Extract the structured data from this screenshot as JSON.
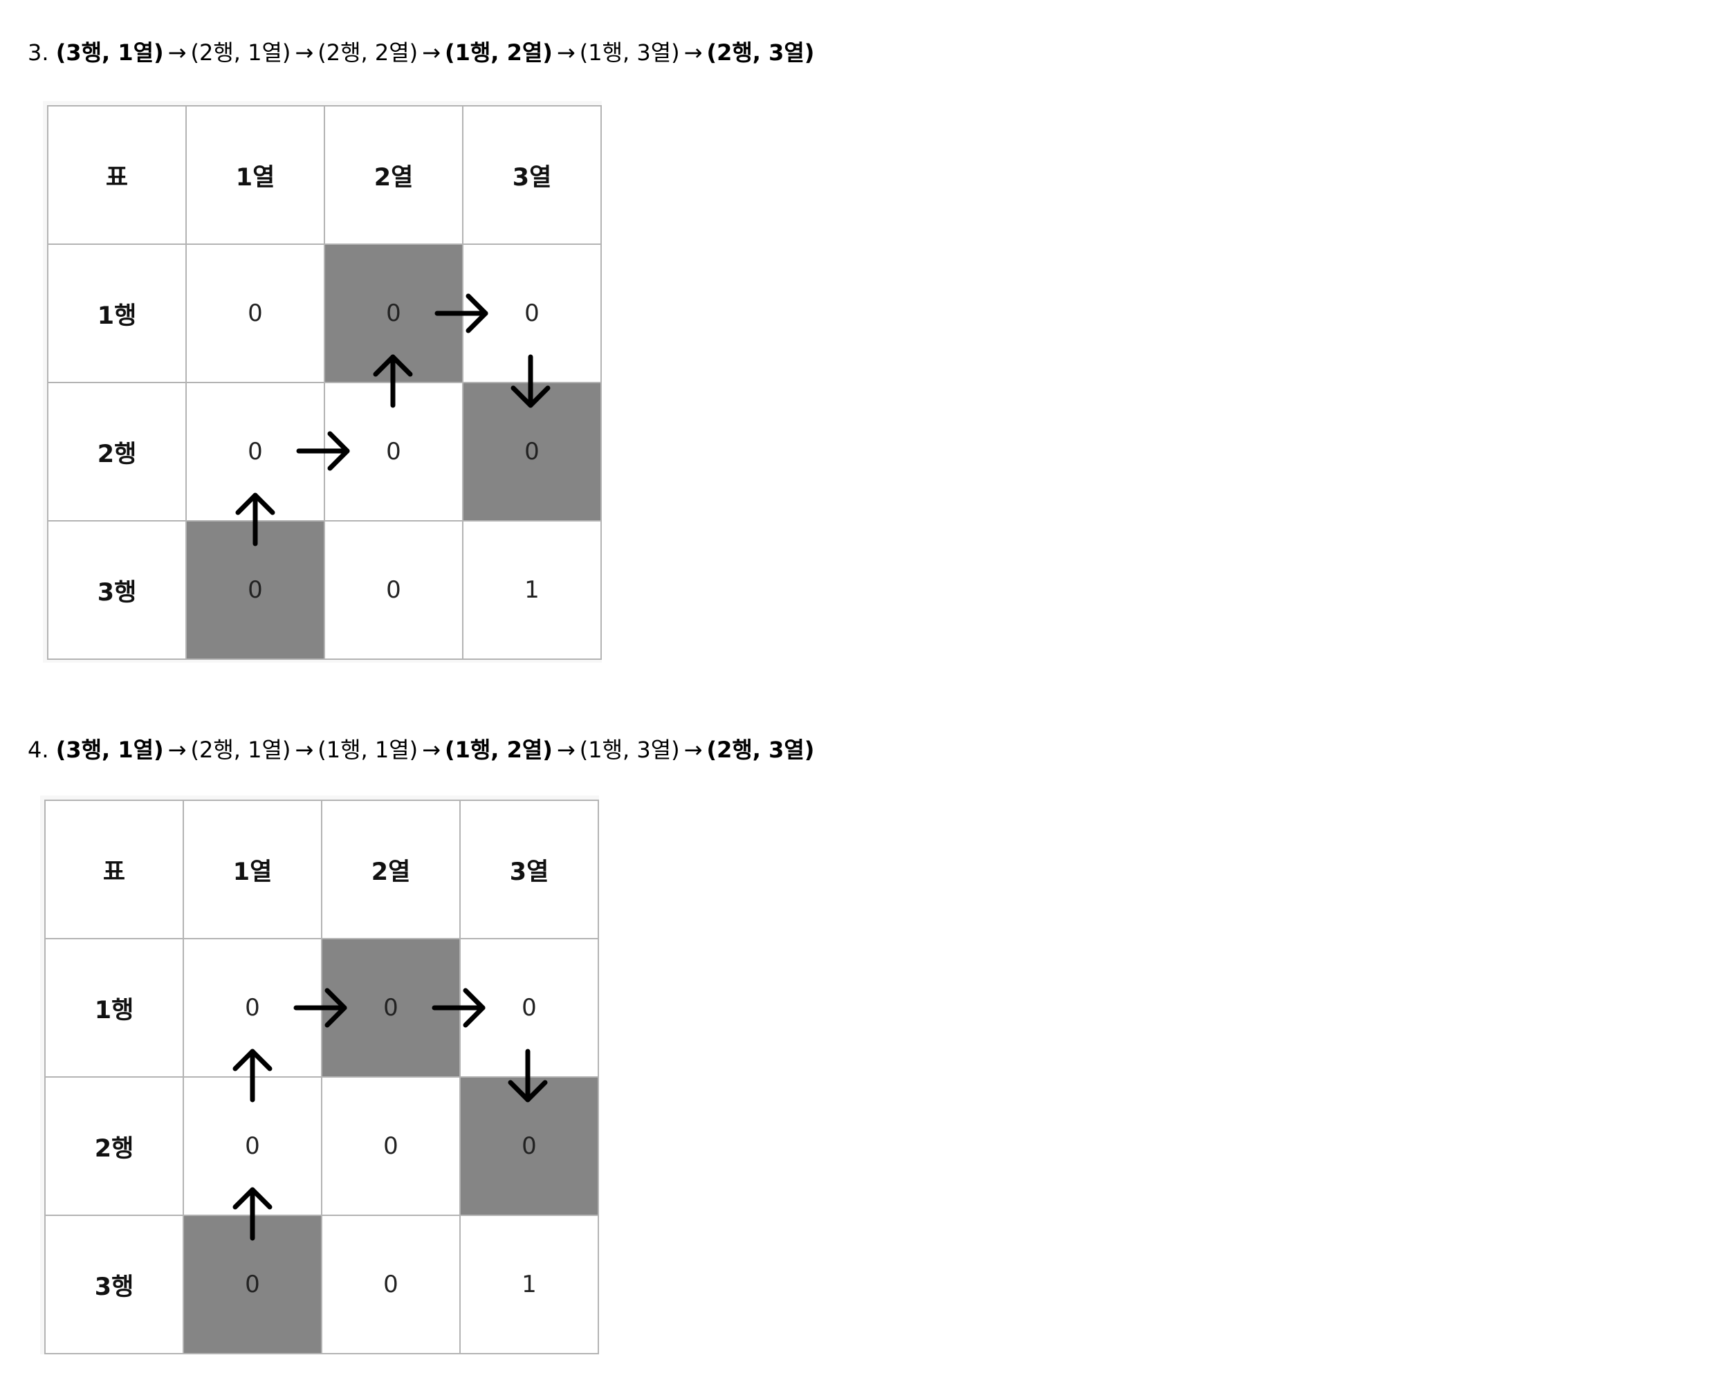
{
  "sections": [
    {
      "number": "3.",
      "path": [
        {
          "text": "(3행, 1열)",
          "bold": true
        },
        {
          "text": "(2행, 1열)",
          "bold": false
        },
        {
          "text": "(2행, 2열)",
          "bold": false
        },
        {
          "text": "(1행, 2열)",
          "bold": true
        },
        {
          "text": "(1행, 3열)",
          "bold": false
        },
        {
          "text": "(2행, 3열)",
          "bold": true
        }
      ],
      "separator": "→",
      "table": {
        "corner": "표",
        "col_headers": [
          "1열",
          "2열",
          "3열"
        ],
        "row_headers": [
          "1행",
          "2행",
          "3행"
        ],
        "cells": [
          [
            "0",
            "0",
            "0"
          ],
          [
            "0",
            "0",
            "0"
          ],
          [
            "0",
            "0",
            "1"
          ]
        ],
        "shaded": [
          [
            false,
            true,
            false
          ],
          [
            false,
            false,
            true
          ],
          [
            true,
            false,
            false
          ]
        ]
      }
    },
    {
      "number": "4.",
      "path": [
        {
          "text": "(3행, 1열)",
          "bold": true
        },
        {
          "text": "(2행, 1열)",
          "bold": false
        },
        {
          "text": "(1행, 1열)",
          "bold": false
        },
        {
          "text": "(1행, 2열)",
          "bold": true
        },
        {
          "text": "(1행, 3열)",
          "bold": false
        },
        {
          "text": "(2행, 3열)",
          "bold": true
        }
      ],
      "separator": "→",
      "table": {
        "corner": "표",
        "col_headers": [
          "1열",
          "2열",
          "3열"
        ],
        "row_headers": [
          "1행",
          "2행",
          "3행"
        ],
        "cells": [
          [
            "0",
            "0",
            "0"
          ],
          [
            "0",
            "0",
            "0"
          ],
          [
            "0",
            "0",
            "1"
          ]
        ],
        "shaded": [
          [
            false,
            true,
            false
          ],
          [
            false,
            false,
            true
          ],
          [
            true,
            false,
            false
          ]
        ]
      }
    }
  ]
}
